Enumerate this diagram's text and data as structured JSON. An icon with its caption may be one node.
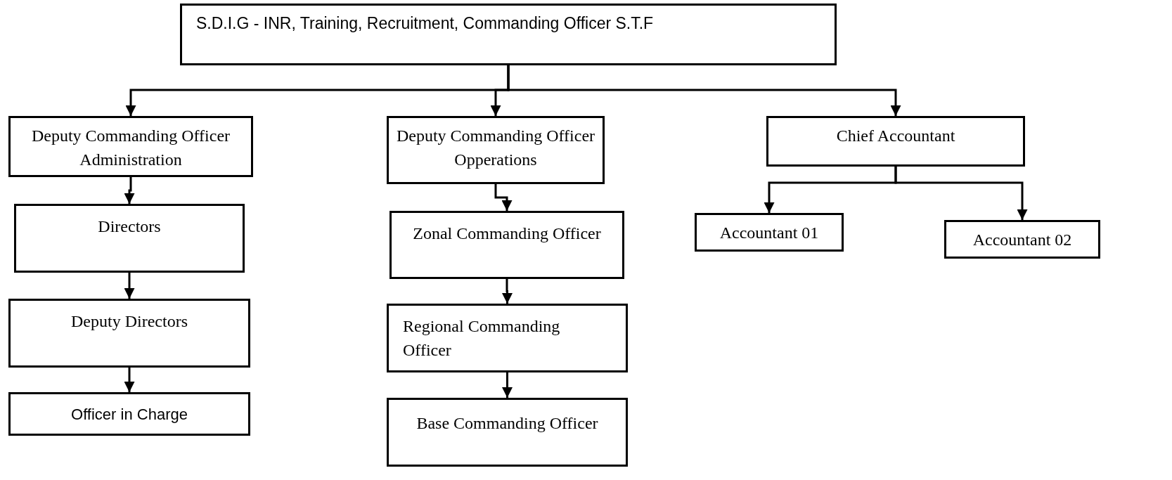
{
  "diagram": {
    "nodes": [
      {
        "text": [
          "S.D.I.G - INR, Training, Recruitment, Commanding Officer S.T.F"
        ]
      },
      {
        "text": [
          "Deputy Commanding Officer Administration"
        ]
      },
      {
        "text": [
          "Directors"
        ]
      },
      {
        "text": [
          "Deputy Directors"
        ]
      },
      {
        "text": [
          "Officer in Charge"
        ]
      },
      {
        "text": [
          "Deputy Commanding Officer Opperations"
        ]
      },
      {
        "text": [
          "Zonal Commanding Officer"
        ]
      },
      {
        "text": [
          "Regional Commanding Officer"
        ]
      },
      {
        "text": [
          "Base Commanding Officer"
        ]
      },
      {
        "text": [
          "Chief Accountant"
        ]
      },
      {
        "text": [
          "Accountant 01"
        ]
      },
      {
        "text": [
          "Accountant 02"
        ]
      }
    ],
    "edges": [
      {
        "from": 0,
        "to": 1,
        "arrow": "to"
      },
      {
        "from": 0,
        "to": 5,
        "arrow": "to"
      },
      {
        "from": 0,
        "to": 9,
        "arrow": "to"
      },
      {
        "from": 1,
        "to": 2,
        "arrow": "to"
      },
      {
        "from": 2,
        "to": 3,
        "arrow": "to"
      },
      {
        "from": 3,
        "to": 4,
        "arrow": "to"
      },
      {
        "from": 5,
        "to": 6,
        "arrow": "to"
      },
      {
        "from": 6,
        "to": 7,
        "arrow": "to"
      },
      {
        "from": 7,
        "to": 8,
        "arrow": "to"
      },
      {
        "from": 9,
        "to": 10,
        "arrow": "to"
      },
      {
        "from": 9,
        "to": 11,
        "arrow": "to"
      }
    ]
  }
}
